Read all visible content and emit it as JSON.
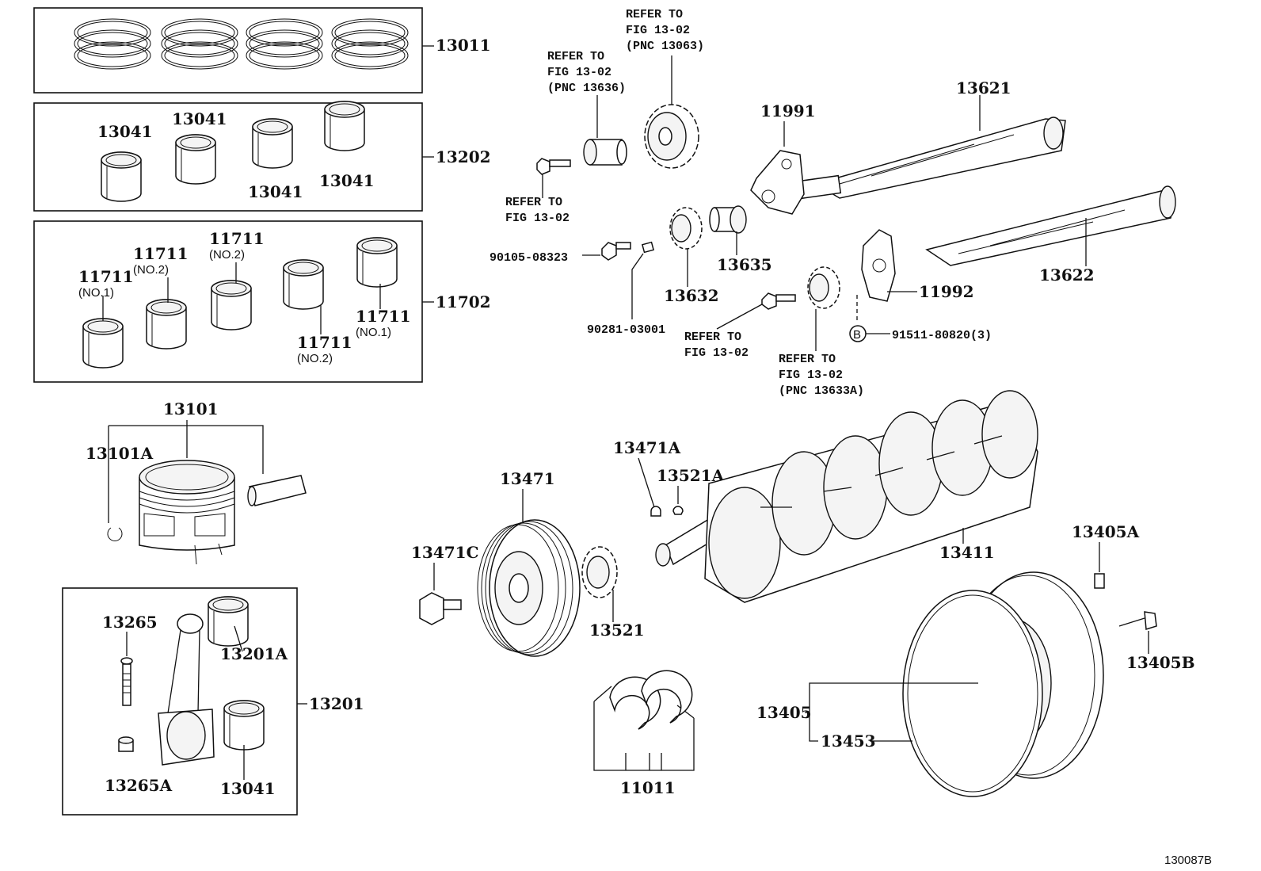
{
  "diagram": {
    "figure_code": "130087B",
    "labels": {
      "p13011": "13011",
      "p13202": "13202",
      "p11702": "11702",
      "p13041_a": "13041",
      "p13041_b": "13041",
      "p13041_c": "13041",
      "p13041_d": "13041",
      "p11711_a": "11711",
      "p11711_a_sub": "(NO.1)",
      "p11711_b": "11711",
      "p11711_b_sub": "(NO.2)",
      "p11711_c": "11711",
      "p11711_c_sub": "(NO.2)",
      "p11711_d": "11711",
      "p11711_d_sub": "(NO.2)",
      "p11711_e": "11711",
      "p11711_e_sub": "(NO.1)",
      "p13101": "13101",
      "p13101A": "13101A",
      "p13265": "13265",
      "p13201A": "13201A",
      "p13201": "13201",
      "p13265A": "13265A",
      "p13041_rod": "13041",
      "p13471": "13471",
      "p13471C": "13471C",
      "p13521": "13521",
      "p13471A": "13471A",
      "p13521A": "13521A",
      "p11011": "11011",
      "p13411": "13411",
      "p13405A": "13405A",
      "p13405B": "13405B",
      "p13405": "13405",
      "p13453": "13453",
      "p13621": "13621",
      "p13622": "13622",
      "p11991": "11991",
      "p11992": "11992",
      "p13635": "13635",
      "p13632": "13632",
      "p90105": "90105-08323",
      "p90281": "90281-03001",
      "p91511": "91511-80820(3)",
      "callout_B": "B"
    },
    "refs": {
      "r1": [
        "REFER TO",
        "FIG 13-02",
        "(PNC 13063)"
      ],
      "r2": [
        "REFER TO",
        "FIG 13-02",
        "(PNC 13636)"
      ],
      "r3": [
        "REFER TO",
        "FIG 13-02"
      ],
      "r4": [
        "REFER TO",
        "FIG 13-02"
      ],
      "r5": [
        "REFER TO",
        "FIG 13-02",
        "(PNC 13633A)"
      ]
    }
  }
}
